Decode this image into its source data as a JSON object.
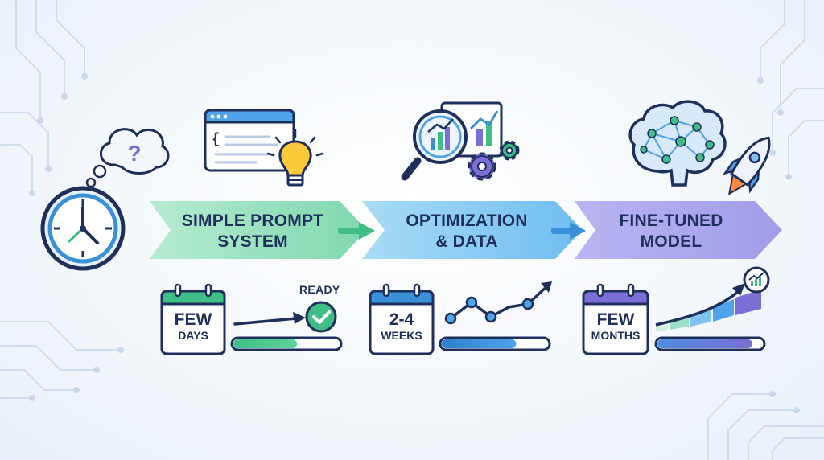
{
  "stages": [
    {
      "line1": "SIMPLE PROMPT",
      "line2": "SYSTEM",
      "duration_big": "FEW",
      "duration_small": "DAYS",
      "progress": 0.6,
      "status": "READY",
      "color": "#5cc99a"
    },
    {
      "line1": "OPTIMIZATION",
      "line2": "& DATA",
      "duration_big": "2-4",
      "duration_small": "WEEKS",
      "progress": 0.7,
      "color": "#58aee8"
    },
    {
      "line1": "FINE-TUNED",
      "line2": "MODEL",
      "duration_big": "FEW",
      "duration_small": "MONTHS",
      "progress": 0.9,
      "color": "#8c8ce2"
    }
  ],
  "colors": {
    "navy": "#1e2f5c",
    "green": "#3fbf86",
    "blue": "#3a8fd9",
    "purple": "#7b6fd6",
    "icons": [
      "question-bubble-icon",
      "clock-icon",
      "code-window-icon",
      "lightbulb-icon",
      "magnifier-chart-icon",
      "gears-icon",
      "brain-network-icon",
      "rocket-icon",
      "calendar-icon",
      "check-icon",
      "growth-chart-icon"
    ]
  }
}
